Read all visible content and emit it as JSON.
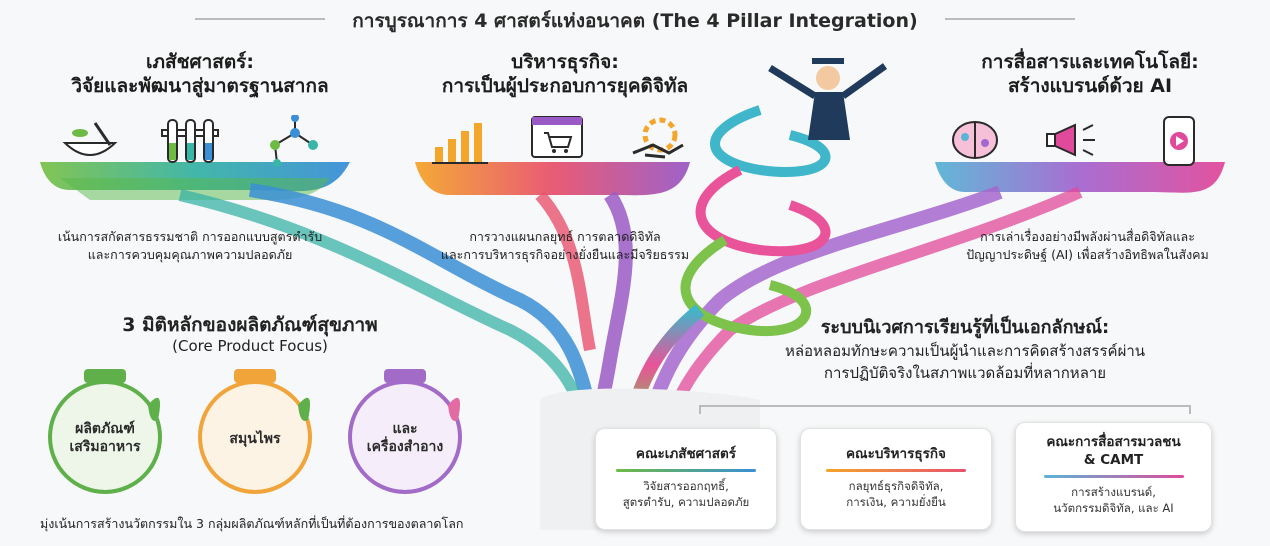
{
  "title": "การบูรณาการ 4 ศาสตร์แห่งอนาคต (The 4 Pillar Integration)",
  "pillars": [
    {
      "heading_line1": "เภสัชศาสตร์:",
      "heading_line2": "วิจัยและพัฒนาสู่มาตรฐานสากล",
      "desc_line1": "เน้นการสกัดสารธรรมชาติ การออกแบบสูตรตำรับ",
      "desc_line2": "และการควบคุมคุณภาพความปลอดภัย",
      "icons": [
        "mortar-pestle-icon",
        "test-tubes-icon",
        "molecule-icon"
      ]
    },
    {
      "heading_line1": "บริหารธุรกิจ:",
      "heading_line2": "การเป็นผู้ประกอบการยุคดิจิทัล",
      "desc_line1": "การวางแผนกลยุทธ์ การตลาดดิจิทัล",
      "desc_line2": "และการบริหารธุรกิจอย่างยั่งยืนและมีจริยธรรม",
      "icons": [
        "bar-chart-icon",
        "shopping-cart-icon",
        "handshake-gear-icon"
      ]
    },
    {
      "heading_line1": "การสื่อสารและเทคโนโลยี:",
      "heading_line2": "สร้างแบรนด์ด้วย AI",
      "desc_line1": "การเล่าเรื่องอย่างมีพลังผ่านสื่อดิจิทัลและ",
      "desc_line2": "ปัญญาประดิษฐ์ (AI) เพื่อสร้างอิทธิพลในสังคม",
      "icons": [
        "brain-icon",
        "megaphone-icon",
        "smartphone-play-icon"
      ]
    }
  ],
  "focus": {
    "title": "3 มิติหลักของผลิตภัณฑ์สุขภาพ",
    "subtitle": "(Core Product Focus)",
    "jars": [
      {
        "line1": "ผลิตภัณฑ์",
        "line2": "เสริมอาหาร",
        "color": "#5fb04a"
      },
      {
        "line1": "สมุนไพร",
        "line2": "",
        "color": "#f0a43a"
      },
      {
        "line1": "และ",
        "line2": "เครื่องสำอาง",
        "color": "#a26bc7"
      }
    ],
    "note": "มุ่งเน้นการสร้างนวัตกรรมใน 3 กลุ่มผลิตภัณฑ์หลักที่เป็นที่ต้องการของตลาดโลก"
  },
  "ecosystem": {
    "title": "ระบบนิเวศการเรียนรู้ที่เป็นเอกลักษณ์:",
    "line1": "หล่อหลอมทักษะความเป็นผู้นำและการคิดสร้างสรรค์ผ่าน",
    "line2": "การปฏิบัติจริงในสภาพแวดล้อมที่หลากหลาย"
  },
  "faculties": [
    {
      "name_line1": "คณะเภสัชศาสตร์",
      "name_line2": "",
      "desc_line1": "วิจัยสารออกฤทธิ์,",
      "desc_line2": "สูตรตำรับ, ความปลอดภัย",
      "color": "#3fa6c9"
    },
    {
      "name_line1": "คณะบริหารธุรกิจ",
      "name_line2": "",
      "desc_line1": "กลยุทธ์ธุรกิจดิจิทัล,",
      "desc_line2": "การเงิน, ความยั่งยืน",
      "color": "#f08a3c"
    },
    {
      "name_line1": "คณะการสื่อสารมวลชน",
      "name_line2": "& CAMT",
      "desc_line1": "การสร้างแบรนด์,",
      "desc_line2": "นวัตกรรมดิจิทัล, และ AI",
      "color": "#c65bc0"
    }
  ],
  "colors": {
    "green": "#6dbb45",
    "teal": "#38b6a8",
    "blue": "#3a8fd6",
    "orange": "#f39a2c",
    "pink": "#e24d7a",
    "purple": "#9b59c4",
    "magenta": "#d64ea8"
  }
}
